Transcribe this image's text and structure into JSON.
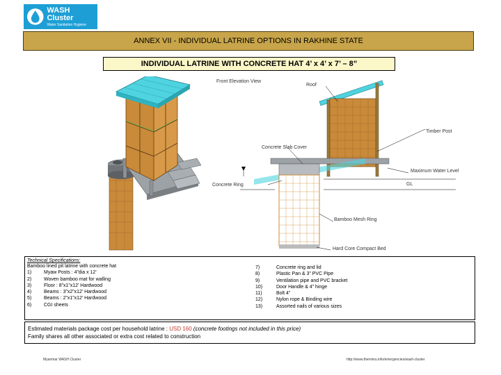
{
  "logo": {
    "title": "WASH Cluster",
    "subtitle": "Water Sanitation Hygiene"
  },
  "annex_title": "ANNEX VII - INDIVIDUAL LATRINE OPTIONS IN RAKHINE STATE",
  "subtitle": "INDIVIDUAL LATRINE WITH CONCRETE HAT  4’ x 4’ x 7’ – 8”",
  "drawing_labels": {
    "front_elevation": "Front Elevation View",
    "roof": "Roof",
    "timber_post": "Timber Post",
    "concrete_slab_cover": "Concrete Slab Cover",
    "maximum_water_level": "Maximum Water Level",
    "gl": "GL",
    "concrete_ring": "Concrete Ring",
    "bamboo_mesh_ring": "Bamboo Mesh Ring",
    "hard_core": "Hard Core Compact Bed"
  },
  "specs": {
    "title": "Technical Specifications:",
    "intro": "Bamboo lined pit latrine with concrete hat",
    "left_items": [
      {
        "n": "1)",
        "text": "Myaw Posts : 4”dia x 12’"
      },
      {
        "n": "2)",
        "text": "Woven bamboo mat for walling"
      },
      {
        "n": "3)",
        "text": "Floor : 8”x1”x12’ Hardwood"
      },
      {
        "n": "4)",
        "text": "Beams : 3”x2”x12’ Hardwood"
      },
      {
        "n": "5)",
        "text": "Beams : 2”x1”x12’ Hardwood"
      },
      {
        "n": "6)",
        "text": "CGI sheets"
      }
    ],
    "right_items": [
      {
        "n": "7)",
        "text": "Concrete ring and lid"
      },
      {
        "n": "8)",
        "text": "Plastic Pan & 3” PVC Pipe"
      },
      {
        "n": "9)",
        "text": "Ventilation pipe and PVC bracket"
      },
      {
        "n": "10)",
        "text": "Door Handle & 4” hinge"
      },
      {
        "n": "11)",
        "text": "Bolt 4”"
      },
      {
        "n": "12)",
        "text": "Nylon rope & Binding wire"
      },
      {
        "n": "13)",
        "text": "Assorted nails of various sizes"
      }
    ]
  },
  "cost": {
    "prefix": "Estimated materials package cost per household latrine : ",
    "price": "USD 160",
    "note": " (concrete footings not included in this price)",
    "line2": "Family shares all other associated or extra cost related to construction"
  },
  "footer": {
    "left": "Myanmar WASH Cluster",
    "right": "http://www.themimu.info/emergencies/wash-cluster"
  },
  "colors": {
    "banner": "#c8a54a",
    "subtitle_bg": "#fbf7c8",
    "roof": "#4fd3e0",
    "bamboo": "#c98a3a",
    "price": "#c0392b"
  }
}
